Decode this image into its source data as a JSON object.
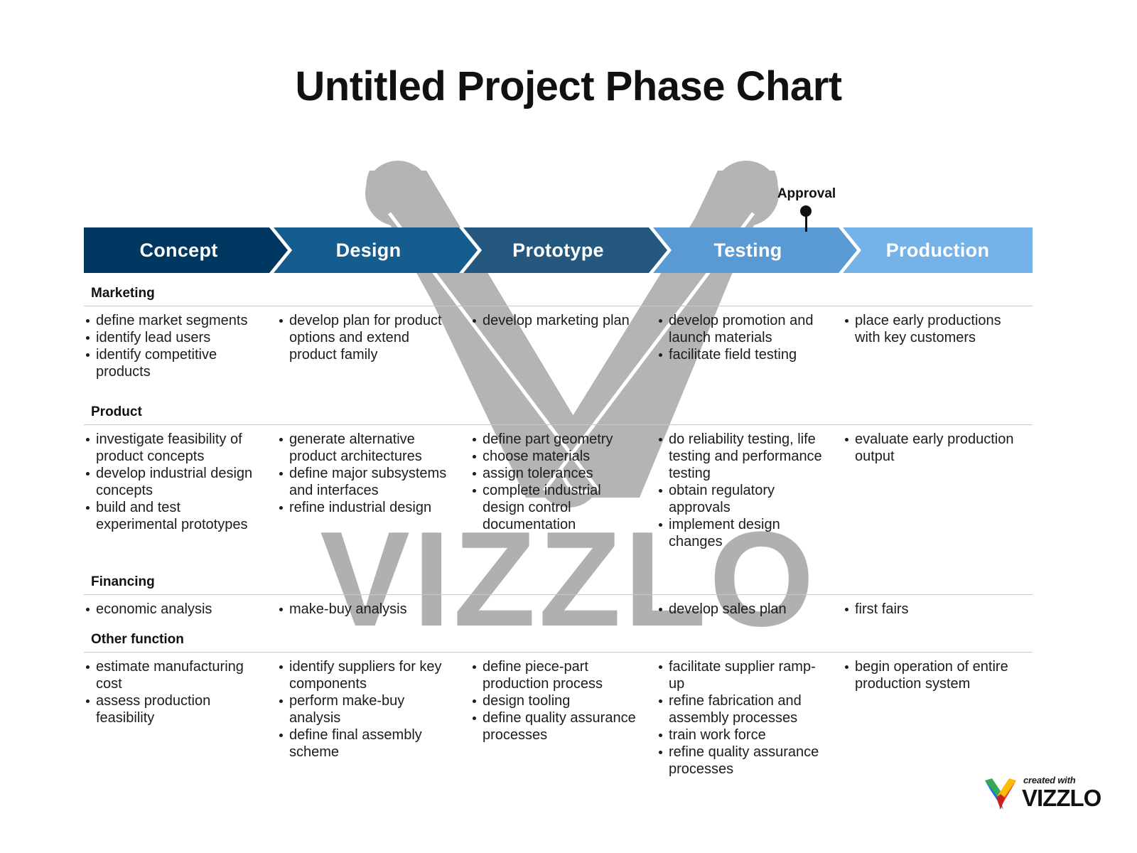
{
  "title": "Untitled Project Phase Chart",
  "colors": {
    "phase_concept": "#003760",
    "phase_design": "#155d8e",
    "phase_prototype": "#24587e",
    "phase_testing": "#5a9ad4",
    "phase_production": "#74b2e8",
    "rule": "#c9c9c9",
    "text": "#1c1c1c",
    "milestone": "#111111",
    "watermark": "#aaaaaa"
  },
  "milestone": {
    "label": "Approval"
  },
  "phases": [
    {
      "label": "Concept",
      "color": "#003760"
    },
    {
      "label": "Design",
      "color": "#155d8e"
    },
    {
      "label": "Prototype",
      "color": "#24587e"
    },
    {
      "label": "Testing",
      "color": "#5a9ad4"
    },
    {
      "label": "Production",
      "color": "#74b2e8"
    }
  ],
  "functions": [
    {
      "name": "Marketing",
      "cells": [
        [
          "define market segments",
          "identify lead users",
          "identify competitive products"
        ],
        [
          "develop plan for product options and extend product family"
        ],
        [
          "develop marketing plan"
        ],
        [
          "develop promotion and launch materials",
          "facilitate field testing"
        ],
        [
          "place early productions with key customers"
        ]
      ]
    },
    {
      "name": "Product",
      "cells": [
        [
          "investigate feasibility of product concepts",
          "develop industrial design concepts",
          "build and test experimental prototypes"
        ],
        [
          "generate alternative product architectures",
          "define major subsystems and interfaces",
          "refine industrial design"
        ],
        [
          "define part geometry",
          "choose materials",
          "assign tolerances",
          "complete industrial design control documentation"
        ],
        [
          "do reliability testing, life testing and performance testing",
          "obtain regulatory approvals",
          "implement design changes"
        ],
        [
          "evaluate early production output"
        ]
      ]
    },
    {
      "name": "Financing",
      "cells": [
        [
          "economic analysis"
        ],
        [
          "make-buy analysis"
        ],
        [],
        [
          "develop sales plan"
        ],
        [
          "first fairs"
        ]
      ]
    },
    {
      "name": "Other function",
      "cells": [
        [
          "estimate manufacturing cost",
          "assess production feasibility"
        ],
        [
          "identify suppliers for key components",
          "perform make-buy analysis",
          "define final assembly scheme"
        ],
        [
          "define piece-part production process",
          "design tooling",
          "define quality assurance processes"
        ],
        [
          "facilitate supplier ramp-up",
          "refine fabrication and assembly processes",
          "train work force",
          "refine quality assurance processes"
        ],
        [
          "begin operation of entire production system"
        ]
      ]
    }
  ],
  "footer": {
    "created_with": "created with",
    "brand": "VIZZLO"
  },
  "watermark": {
    "brand": "VIZZLO"
  }
}
